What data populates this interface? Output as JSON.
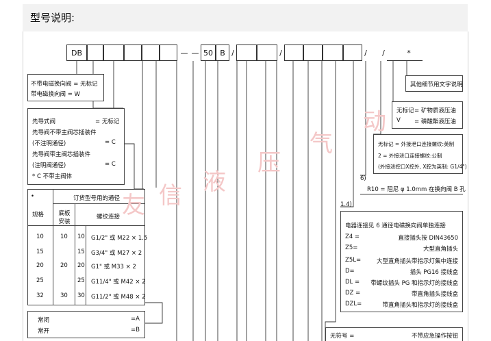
{
  "title": "型号说明:",
  "code": {
    "prefix": "DB",
    "dash1": "—",
    "dash2": "—",
    "series": "50",
    "b": "B",
    "slash": "/",
    "asterisk": "*"
  },
  "box_solenoid": {
    "line1": "不带电磁换向阀 = 无标记",
    "line2": "带电磁换向阀 = W"
  },
  "box_pilot": {
    "l1a": "先导式阀",
    "l1b": "= 无标记",
    "l2": "先导阀不带主阀芯插装件",
    "l3a": "(不注明通径)",
    "l3b": "= C",
    "l4": "先导阀带主阀芯插装件",
    "l5a": "(注明阀通径)",
    "l5b": "= C",
    "l6": "* C  不带主阀体"
  },
  "table": {
    "bullet": "•",
    "head_order": "订货型号用的通径",
    "col1": "规格",
    "col2": "底板安装",
    "col3": "螺纹连接",
    "rows": [
      {
        "size": "10",
        "plate": "10",
        "thread": "10",
        "desc": "G1/2\" 或 M22 × 1.5"
      },
      {
        "size": "15",
        "plate": "",
        "thread": "15",
        "desc": "G3/4\" 或 M27 × 2"
      },
      {
        "size": "20",
        "plate": "20",
        "thread": "20",
        "desc": "G1\" 或 M33 × 2"
      },
      {
        "size": "25",
        "plate": "",
        "thread": "25",
        "desc": "G11/4\" 或 M42 × 2"
      },
      {
        "size": "32",
        "plate": "30",
        "thread": "30",
        "desc": "G11/2\" 或 M48 × 2"
      }
    ]
  },
  "box_normal": {
    "l1a": "常闭",
    "l1b": "=A",
    "l2a": "常开",
    "l2b": "=B"
  },
  "box_other": "其他细节用文字说明",
  "box_oil": {
    "l1a": "无标记",
    "l1b": "=  矿物质液压油",
    "l2a": "V",
    "l2b": "=  磷酸酯液压油"
  },
  "box_port": {
    "l1": "无标记 =   外接泄口连接螺纹:英制",
    "l2": "2        =   外接泄口连接螺纹:公制",
    "l3": "(外接泄控口X控外, X腔为英制: G1/4\")"
  },
  "label_6": "6)",
  "label_14": "1.4)",
  "damper": "R10 =  阻尼 φ 1.0mm 在换向阀 B 孔",
  "box_conn": {
    "title": "电器连接见 6 通径电磁换向阀单独连接",
    "rows": [
      {
        "code": "Z4 =",
        "desc": "直接插头按 DIN43650"
      },
      {
        "code": "Z5=",
        "desc": "大型直角插头"
      },
      {
        "code": "Z5L=",
        "desc": "大型直角插头带指示灯集中连接"
      },
      {
        "code": "D=",
        "desc": "插头 PG16 接线盒"
      },
      {
        "code": "DL =",
        "desc": "带螺纹插头 PG 和指示灯的接线盒"
      },
      {
        "code": "DZ =",
        "desc": "带直角插头接线盒"
      },
      {
        "code": "DZL=",
        "desc": "带直角插头和指示灯的接线盒"
      }
    ]
  },
  "box_bottom": {
    "a": "无符号 =",
    "b": "不带应急操作按钮"
  },
  "watermark": [
    "友",
    "信",
    "液",
    "压",
    "气",
    "动"
  ]
}
